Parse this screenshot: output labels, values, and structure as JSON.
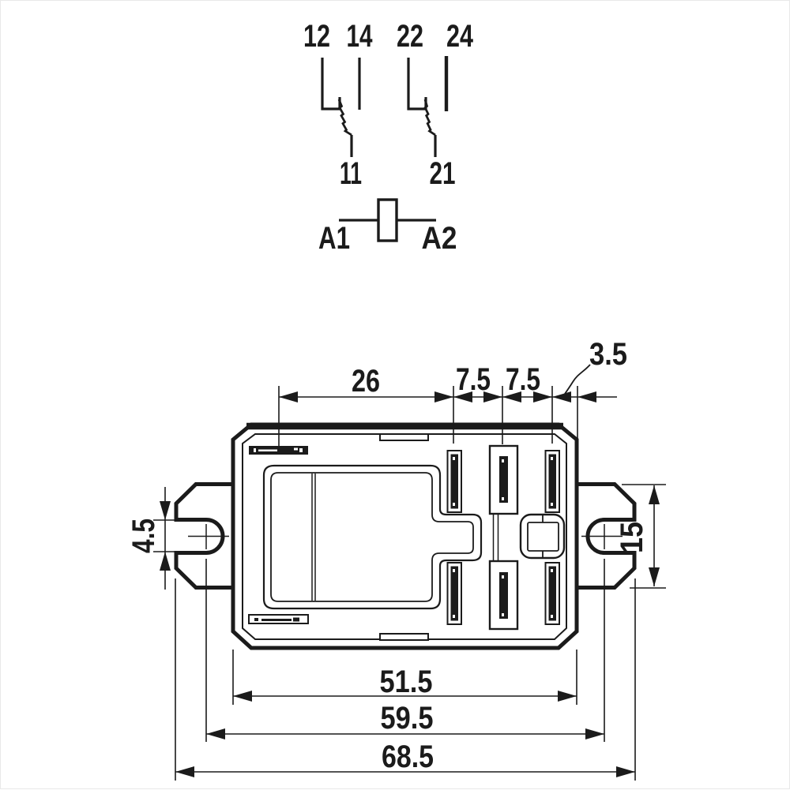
{
  "diagram": {
    "description": "Relay contact schematic and mechanical dimension drawing",
    "schematic": {
      "terminals": {
        "t12": "12",
        "t14": "14",
        "t22": "22",
        "t24": "24",
        "t11": "11",
        "t21": "21",
        "a1": "A1",
        "a2": "A2"
      }
    },
    "dimensions": {
      "top_width": "26",
      "pitch_left": "7.5",
      "pitch_right": "7.5",
      "edge_offset": "3.5",
      "slot_height": "4.5",
      "flange_height": "15",
      "body_width": "51.5",
      "slot_center_distance": "59.5",
      "overall_width": "68.5"
    },
    "colors": {
      "line": "#1b1b1b",
      "background": "#ffffff"
    }
  }
}
